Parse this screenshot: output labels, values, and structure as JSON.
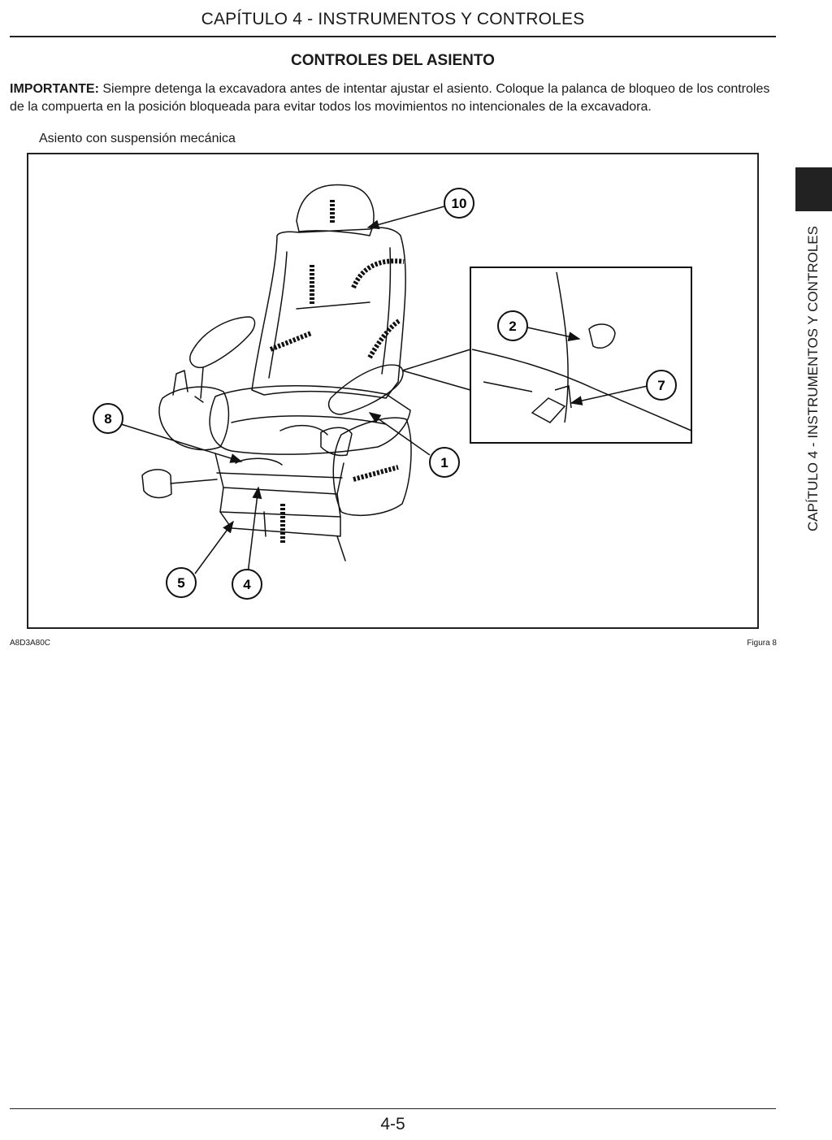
{
  "header": {
    "chapter": "CAPÍTULO 4 - INSTRUMENTOS Y CONTROLES"
  },
  "section": {
    "title": "CONTROLES DEL ASIENTO"
  },
  "important": {
    "label": "IMPORTANTE:",
    "text": " Siempre detenga la excavadora antes de intentar ajustar el asiento. Coloque la palanca de bloqueo de los controles de la compuerta en la posición bloqueada para evitar todos los movimientos no intencionales de la excavadora."
  },
  "figure": {
    "caption": "Asiento con suspensión mecánica",
    "callouts": [
      "10",
      "2",
      "7",
      "8",
      "1",
      "5",
      "4"
    ],
    "code": "A8D3A80C",
    "label": "Figura 8"
  },
  "side_tab": {
    "text": "CAPÍTULO 4 - INSTRUMENTOS Y CONTROLES"
  },
  "footer": {
    "page_number": "4-5"
  }
}
